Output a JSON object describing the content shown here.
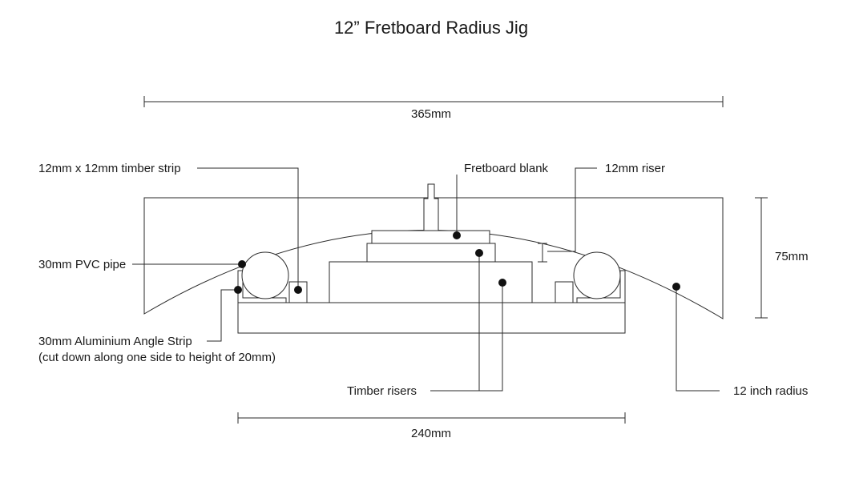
{
  "title": "12” Fretboard Radius Jig",
  "dimensions": {
    "overall_width": "365mm",
    "base_width": "240mm",
    "height": "75mm"
  },
  "labels": {
    "timber_strip": "12mm x 12mm timber strip",
    "fretboard_blank": "Fretboard blank",
    "riser": "12mm riser",
    "pvc_pipe": "30mm PVC pipe",
    "angle_strip_line1": "30mm Aluminium Angle Strip",
    "angle_strip_line2": "(cut down along one side to height of 20mm)",
    "timber_risers": "Timber risers",
    "radius": "12 inch radius"
  }
}
